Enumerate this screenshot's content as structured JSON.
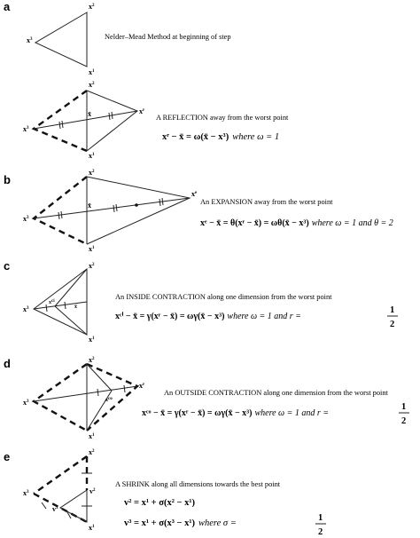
{
  "panels": [
    {
      "id": "a",
      "label": "a",
      "caption": "Nelder–Mead Method at beginning of step",
      "vertices": {
        "x1": "x",
        "x1_sup": "1",
        "x2": "x",
        "x2_sup": "2",
        "x3": "x",
        "x3_sup": "3"
      }
    },
    {
      "id": "a2",
      "label": "",
      "caption": "A REFLECTION away from the worst point",
      "equation": "xʳ − x̄ = ω(x̄ − x³)",
      "condition": "where ω = 1",
      "points": {
        "xr": "x",
        "xr_sup": "r",
        "xbar": "x̄"
      }
    },
    {
      "id": "b",
      "label": "b",
      "caption": "An EXPANSION away from the worst point",
      "equation": "xᵉ − x̄ = θ(xʳ − x̄) = ωθ(x̄ − x³)",
      "condition": "where ω = 1 and θ = 2",
      "points": {
        "xe": "x",
        "xe_sup": "e",
        "xbar": "x̄"
      }
    },
    {
      "id": "c",
      "label": "c",
      "caption": "An INSIDE CONTRACTION along one dimension from the worst point",
      "equation": "xᶜⁱ − x̄ = γ(xʳ − x̄) = ωγ(x̄ − x³)",
      "condition": "where ω = 1 and r =",
      "frac_num": "1",
      "frac_den": "2",
      "points": {
        "xci": "x",
        "xci_sup": "ci",
        "xbar": "x̄"
      }
    },
    {
      "id": "d",
      "label": "d",
      "caption": "An OUTSIDE CONTRACTION along one dimension from the worst point",
      "equation": "xᶜᵒ − x̄ = γ(xʳ − x̄) = ωγ(x̄ − x³)",
      "condition": "where ω = 1 and r =",
      "frac_num": "1",
      "frac_den": "2",
      "points": {
        "xco": "x",
        "xco_sup": "co",
        "xr": "x",
        "xr_sup": "r"
      }
    },
    {
      "id": "e",
      "label": "e",
      "caption": "A SHRINK along all dimensions towards the best point",
      "equation1": "v² = x¹ + σ(x² − x¹)",
      "equation2": "v³ = x¹ + σ(x³ − x¹)",
      "condition": "where σ =",
      "frac_num": "1",
      "frac_den": "2",
      "points": {
        "v2": "v",
        "v2_sup": "2",
        "v3": "v",
        "v3_sup": "3"
      }
    }
  ]
}
